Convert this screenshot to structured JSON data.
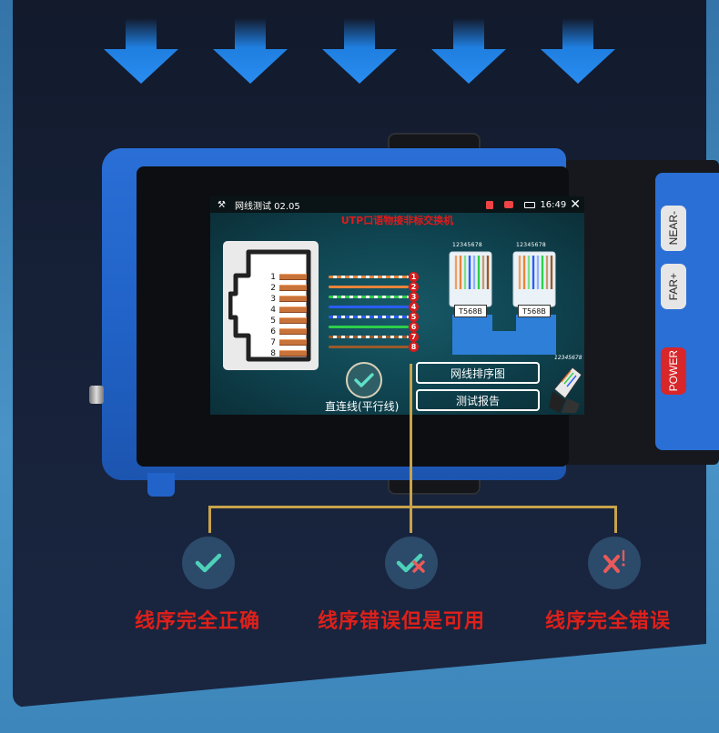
{
  "statusbar": {
    "title": "网线测试 02.05",
    "time": "16:49"
  },
  "screen": {
    "heading": "UTP口语物接非标交换机",
    "pin_numbers": [
      "1",
      "2",
      "3",
      "4",
      "5",
      "6",
      "7",
      "8"
    ],
    "wire_labels": [
      "1",
      "2",
      "3",
      "4",
      "5",
      "6",
      "7",
      "8"
    ],
    "plug_numbers_left": "12345678",
    "plug_numbers_right": "12345678",
    "plug_standard_left": "T568B",
    "plug_standard_right": "T568B",
    "corner_numbers": "12345678",
    "menu_wire_map": "网线排序图",
    "menu_report": "测试报告",
    "result_label": "直连线(平行线)"
  },
  "device_buttons": {
    "near": "NEAR-",
    "far": "FAR+",
    "power": "POWER"
  },
  "legend": {
    "correct": "线序完全正确",
    "usable": "线序错误但是可用",
    "wrong": "线序完全错误"
  },
  "colors": {
    "accent_blue": "#2a6fd6",
    "arrow_blue": "#1f7fe0",
    "caption_red": "#e0201a",
    "check_green": "#4ed1b8",
    "cross_red": "#e85a5a",
    "gold_line": "#c9a34a"
  }
}
